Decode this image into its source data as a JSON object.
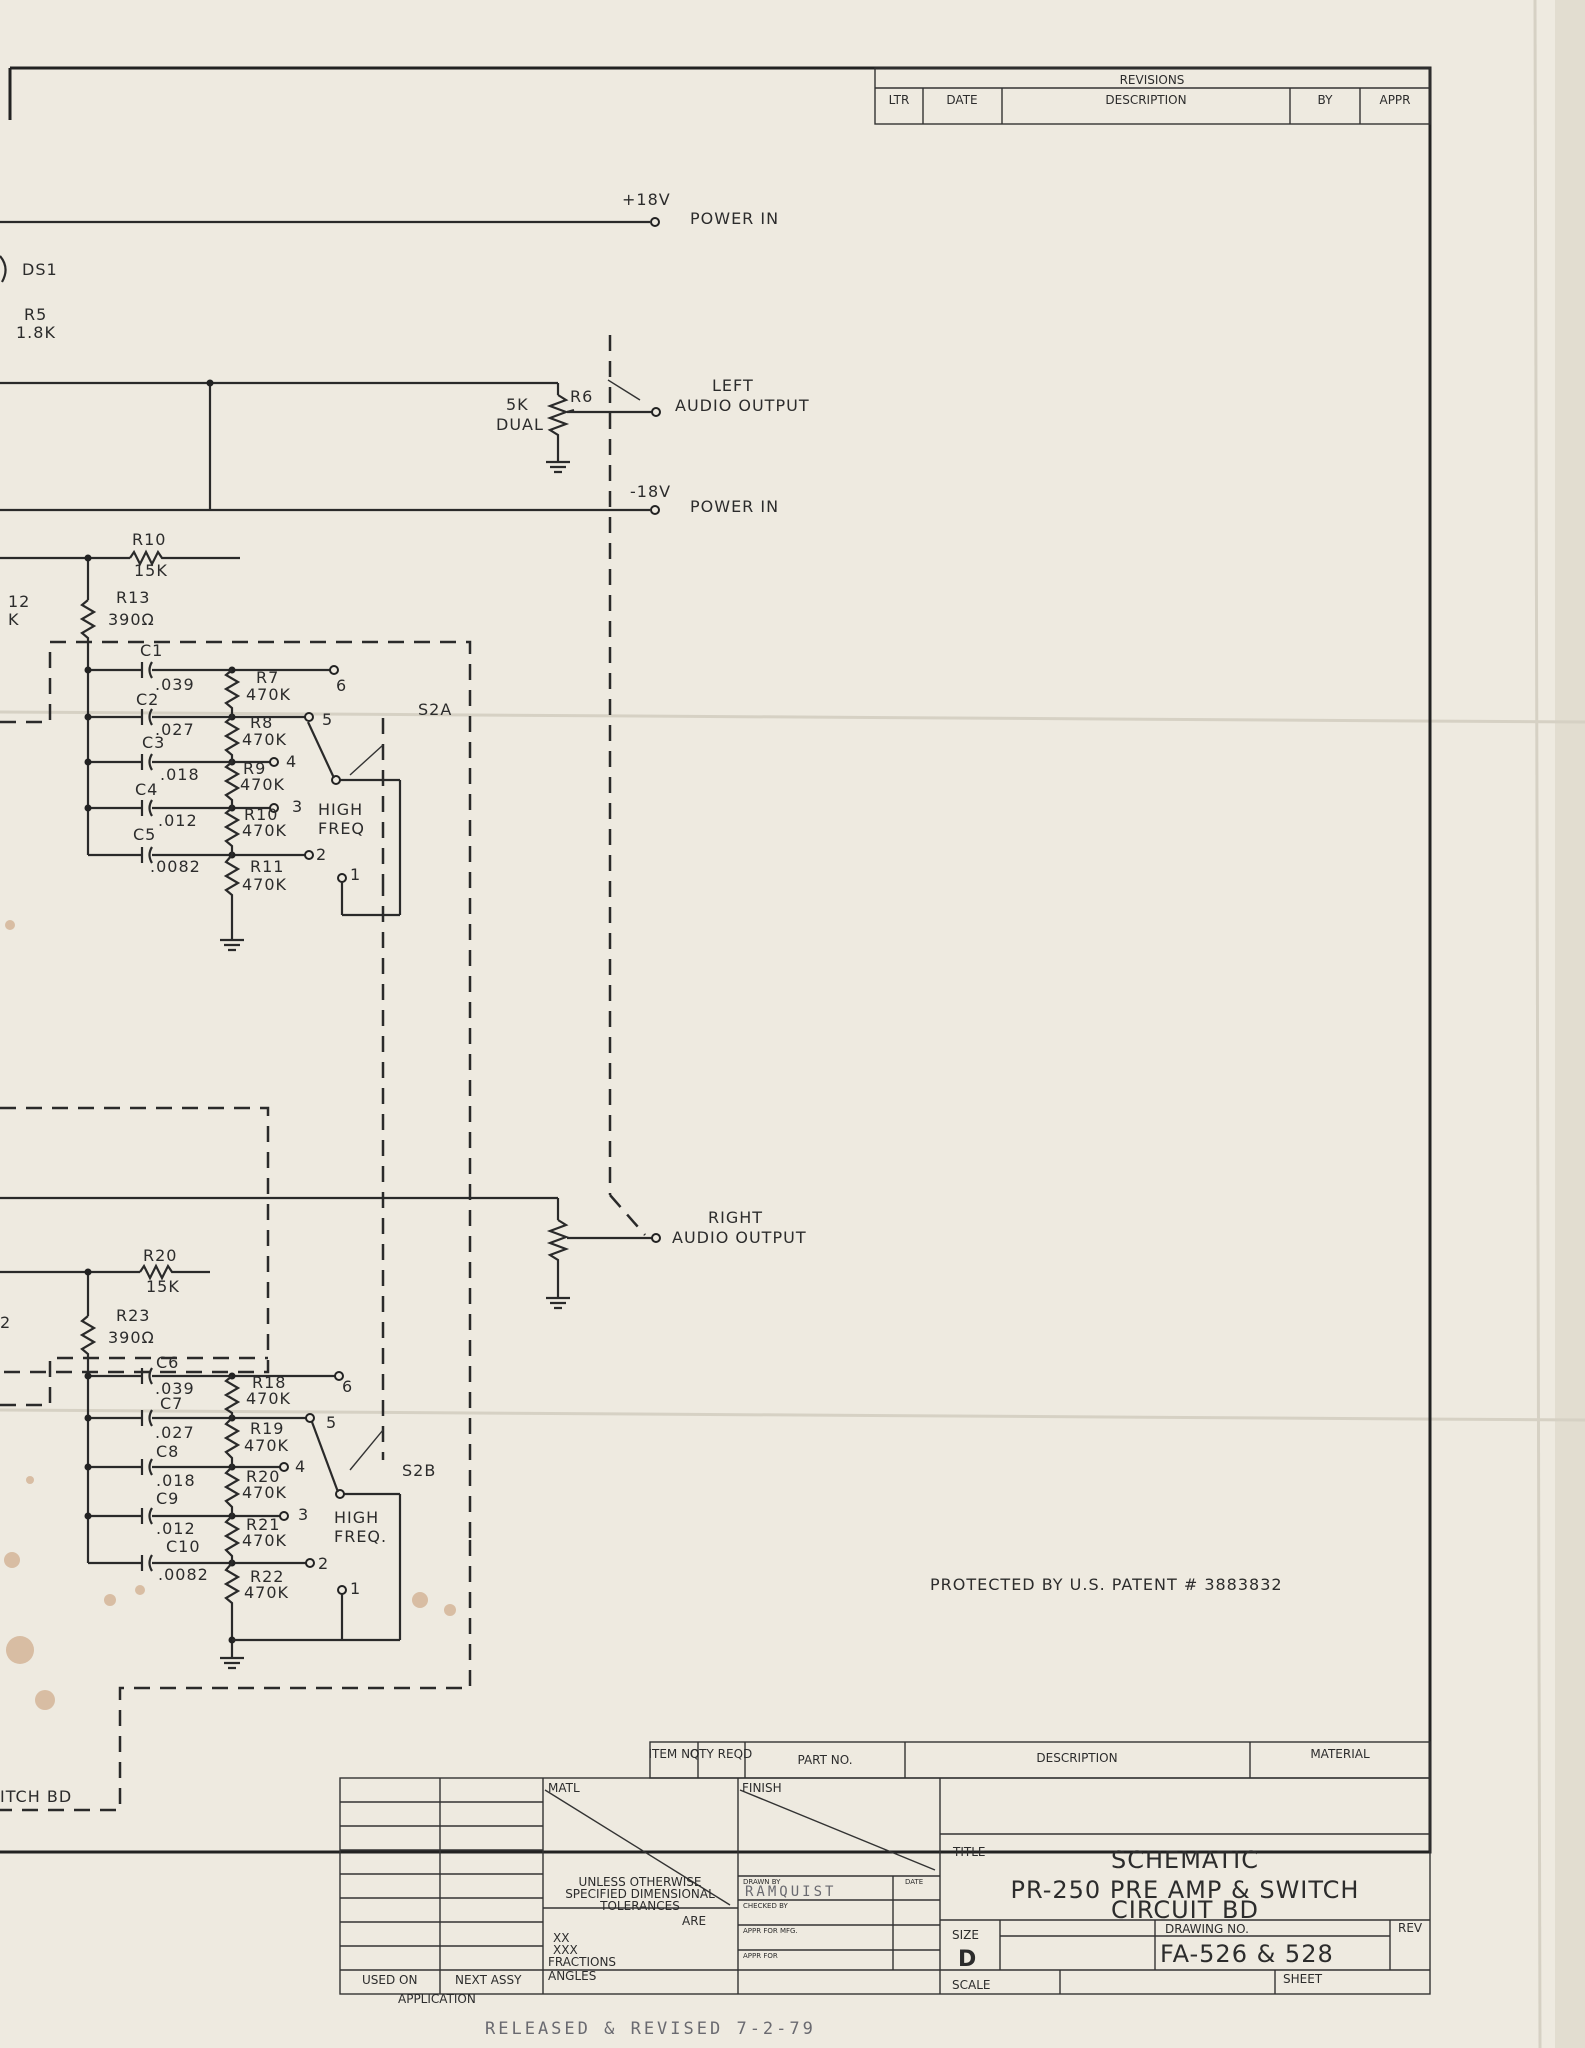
{
  "revisions": {
    "heading": "REVISIONS",
    "columns": [
      "LTR",
      "DATE",
      "DESCRIPTION",
      "BY",
      "APPR"
    ]
  },
  "power": {
    "pos_voltage": "+18V",
    "pos_label": "POWER IN",
    "neg_voltage": "-18V",
    "neg_label": "POWER IN"
  },
  "indicator": {
    "ref": "DS1"
  },
  "outputs": {
    "left_line1": "LEFT",
    "left_line2": "AUDIO OUTPUT",
    "right_line1": "RIGHT",
    "right_line2": "AUDIO OUTPUT"
  },
  "pot": {
    "value": "5K",
    "type": "DUAL",
    "ref": "R6"
  },
  "components_top": {
    "r5": {
      "ref": "R5",
      "value": "1.8K"
    },
    "r10": {
      "ref": "R10",
      "value": "15K"
    },
    "r12_ref_fragment": "12",
    "r12_value_fragment": "K",
    "r13": {
      "ref": "R13",
      "value": "390Ω"
    },
    "caps": [
      {
        "ref": "C1",
        "value": ".039"
      },
      {
        "ref": "C2",
        "value": ".027"
      },
      {
        "ref": "C3",
        "value": ".018"
      },
      {
        "ref": "C4",
        "value": ".012"
      },
      {
        "ref": "C5",
        "value": ".0082"
      }
    ],
    "resistors": [
      {
        "ref": "R7",
        "value": "470K"
      },
      {
        "ref": "R8",
        "value": "470K"
      },
      {
        "ref": "R9",
        "value": "470K"
      },
      {
        "ref": "R10",
        "value": "470K"
      },
      {
        "ref": "R11",
        "value": "470K"
      }
    ],
    "switch_ref": "S2A",
    "switch_label_1": "HIGH",
    "switch_label_2": "FREQ",
    "positions": [
      "6",
      "5",
      "4",
      "3",
      "2",
      "1"
    ]
  },
  "components_bottom": {
    "r20": {
      "ref": "R20",
      "value": "15K"
    },
    "r22_ref_fragment": "2",
    "r23": {
      "ref": "R23",
      "value": "390Ω"
    },
    "caps": [
      {
        "ref": "C6",
        "value": ".039"
      },
      {
        "ref": "C7",
        "value": ".027"
      },
      {
        "ref": "C8",
        "value": ".018"
      },
      {
        "ref": "C9",
        "value": ".012"
      },
      {
        "ref": "C10",
        "value": ".0082"
      }
    ],
    "resistors": [
      {
        "ref": "R18",
        "value": "470K"
      },
      {
        "ref": "R19",
        "value": "470K"
      },
      {
        "ref": "R20",
        "value": "470K"
      },
      {
        "ref": "R21",
        "value": "470K"
      },
      {
        "ref": "R22",
        "value": "470K"
      }
    ],
    "switch_ref": "S2B",
    "switch_label_1": "HIGH",
    "switch_label_2": "FREQ.",
    "positions": [
      "6",
      "5",
      "4",
      "3",
      "2",
      "1"
    ]
  },
  "switch_bd_fragment": "ITCH BD",
  "patent": "PROTECTED BY U.S. PATENT # 3883832",
  "parts_list": {
    "columns": [
      "ITEM NO",
      "QTY REQD",
      "PART NO.",
      "DESCRIPTION",
      "MATERIAL"
    ]
  },
  "title_block": {
    "matl": "MATL",
    "finish": "FINISH",
    "tolerance_note": [
      "UNLESS OTHERWISE",
      "SPECIFIED DIMENSIONAL",
      "TOLERANCES",
      "ARE"
    ],
    "tolerance_rows": [
      "XX",
      "XXX",
      "FRACTIONS",
      "ANGLES"
    ],
    "drawn_by_label": "DRAWN BY",
    "drawn_by_value": "RAMQUIST",
    "checked_by_label": "CHECKED BY",
    "appr_mfg_label": "APPR FOR MFG.",
    "appr_for_label": "APPR FOR",
    "date_label": "DATE",
    "title_label": "TITLE",
    "title_line1": "SCHEMATIC",
    "title_line2": "PR-250 PRE AMP & SWITCH",
    "title_line3": "CIRCUIT BD",
    "size_label": "SIZE",
    "size_value": "D",
    "drawing_no_label": "DRAWING NO.",
    "drawing_no_value": "FA-526 & 528",
    "rev_label": "REV",
    "scale_label": "SCALE",
    "sheet_label": "SHEET",
    "used_on": "USED ON",
    "next_assy": "NEXT ASSY",
    "application": "APPLICATION"
  },
  "handwritten_note": "RELEASED & REVISED 7-2-79"
}
